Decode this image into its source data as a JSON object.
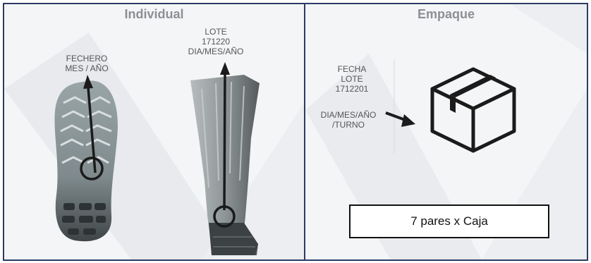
{
  "individual": {
    "title": "Individual",
    "sole_label": [
      "FECHERO",
      "MES / AÑO"
    ],
    "boot_label": [
      "LOTE",
      "171220",
      "DIA/MES/AÑO"
    ]
  },
  "packaging": {
    "title": "Empaque",
    "box_label": [
      "FECHA",
      "LOTE",
      "1712201"
    ],
    "turn_label": [
      "DIA/MES/AÑO",
      "/TURNO"
    ],
    "quantity_text": "7 pares x Caja"
  }
}
